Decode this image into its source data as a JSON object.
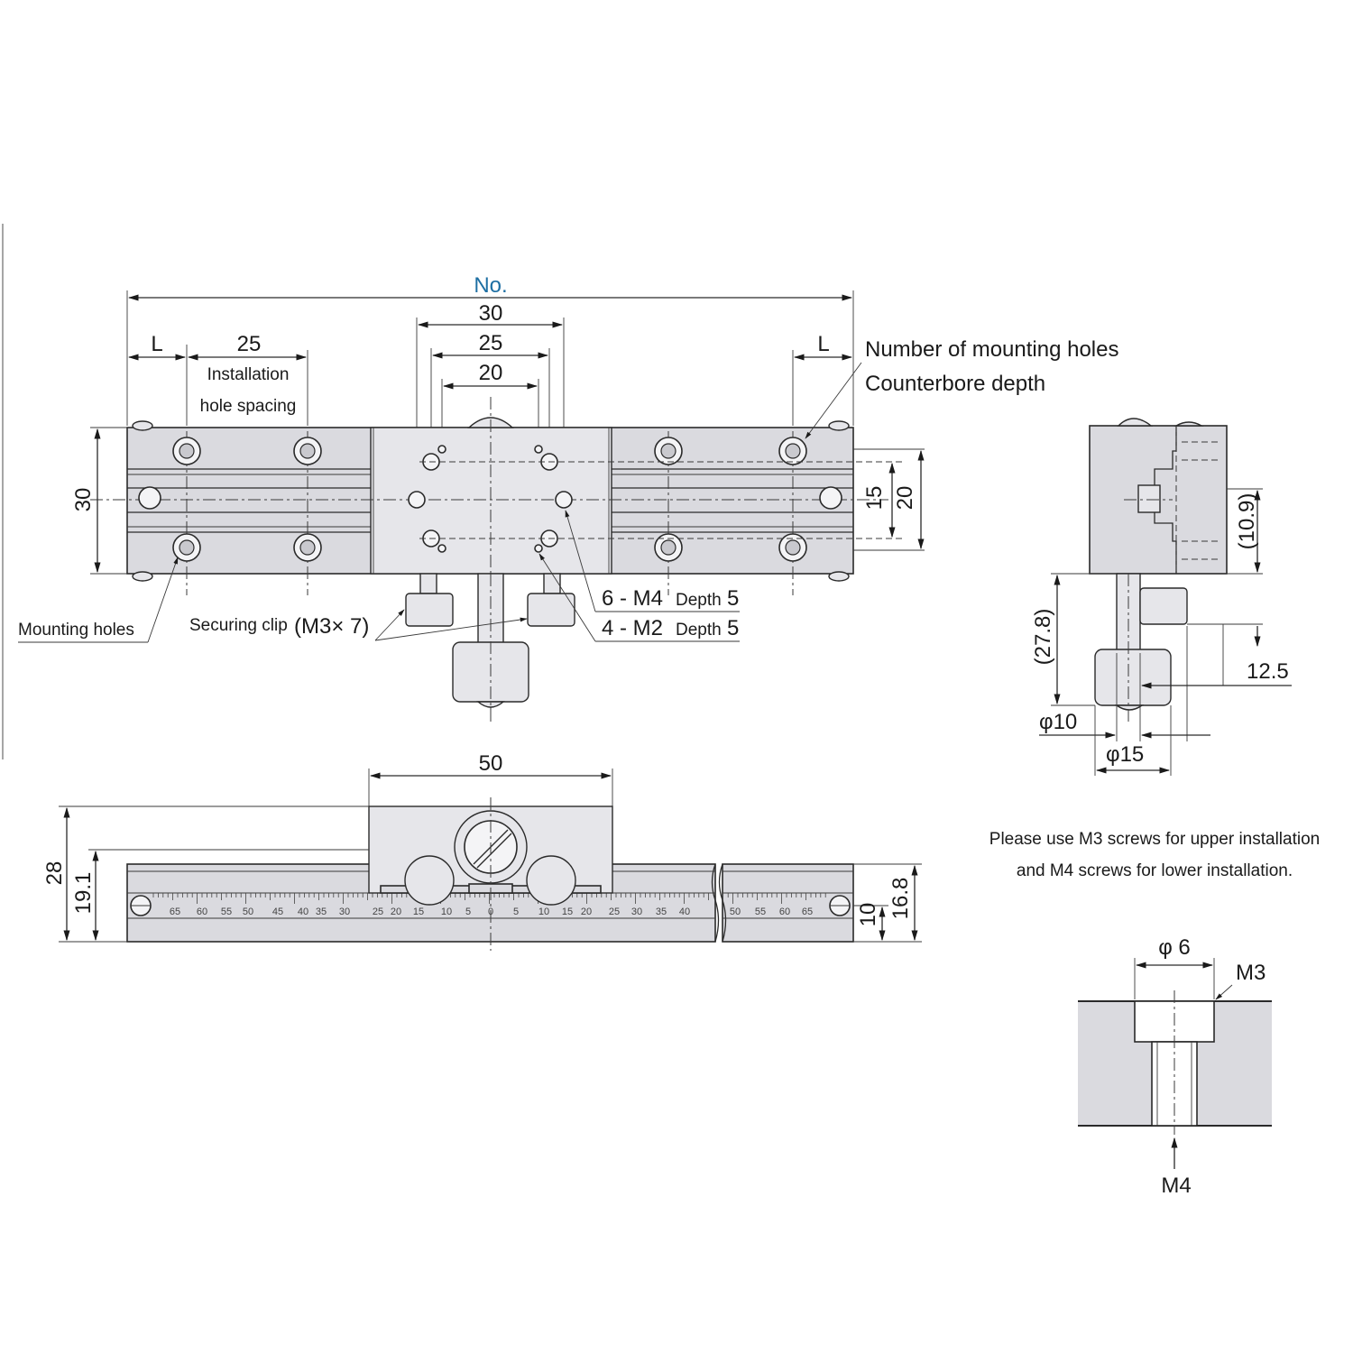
{
  "top_view": {
    "total_length_label": "No.",
    "dim_30_label": "30",
    "dim_25_label": "25",
    "dim_20_label": "20",
    "end_offset_left_label": "L",
    "end_offset_right_label": "L",
    "spacing_label": "25",
    "installation_line1": "Installation",
    "installation_line2": "hole spacing",
    "number_of_holes_label": "Number of mounting holes",
    "counterbore_label": "Counterbore depth",
    "height_label": "30",
    "dim_15_label": "15",
    "dim_20_right_label": "20",
    "mounting_holes_label": "Mounting holes",
    "securing_clip_label": "Securing clip",
    "securing_clip_spec": "(M3× 7)",
    "m4_callout_main": "6 - M4",
    "m4_callout_depth_word": "Depth",
    "m4_callout_depth_val": "5",
    "m2_callout_main": "4 - M2",
    "m2_callout_depth_word": "Depth",
    "m2_callout_depth_val": "5"
  },
  "side_view": {
    "dim_10_9": "(10.9)",
    "dim_27_8": "(27.8)",
    "dim_12_5": "12.5",
    "phi10": "φ10",
    "phi15": "φ15"
  },
  "front_view": {
    "width_label": "50",
    "dim_28": "28",
    "dim_19_1": "19.1",
    "dim_10": "10",
    "dim_16_8": "16.8",
    "scale_left": [
      "65",
      "60",
      "55",
      "50",
      "45",
      "40",
      "35",
      "30",
      "25",
      "20",
      "15",
      "10",
      "5"
    ],
    "scale_center": "0",
    "scale_right": [
      "5",
      "10",
      "15",
      "20",
      "25",
      "30",
      "35",
      "40",
      "50",
      "55",
      "60",
      "65"
    ]
  },
  "note": {
    "line1": "Please use M3 screws for upper installation",
    "line2": "and M4 screws for lower installation."
  },
  "hole_detail": {
    "phi6": "φ 6",
    "m3": "M3",
    "m4": "M4"
  }
}
